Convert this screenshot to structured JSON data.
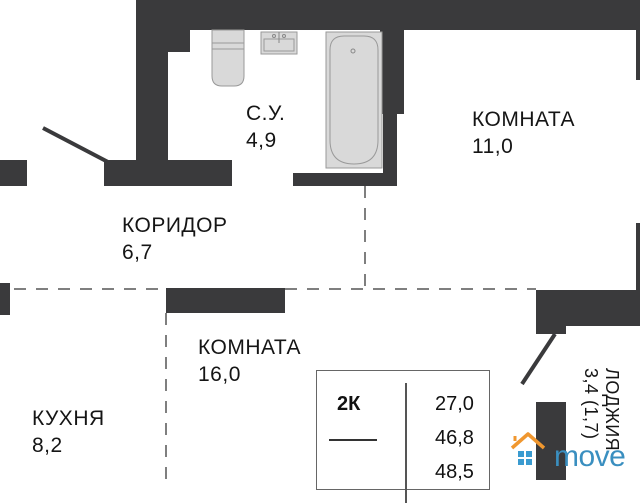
{
  "plan": {
    "type": "apartment-floor-plan",
    "rooms": [
      {
        "name": "С.У.",
        "area": "4,9"
      },
      {
        "name": "КОМНАТА",
        "area": "11,0"
      },
      {
        "name": "КОРИДОР",
        "area": "6,7"
      },
      {
        "name": "КОМНАТА",
        "area": "16,0"
      },
      {
        "name": "КУХНЯ",
        "area": "8,2"
      },
      {
        "name": "ЛОДЖИЯ",
        "area": "3,4 (1,7)"
      }
    ],
    "fixtures": [
      "toilet",
      "sink",
      "bathtub"
    ]
  },
  "summary": {
    "type": "2К",
    "values": [
      "27,0",
      "46,8",
      "48,5"
    ]
  },
  "logo": {
    "text": "move",
    "colors": {
      "roof": "#f0972f",
      "windows": "#3a9bd0",
      "text": "#3a8fc0"
    }
  },
  "colors": {
    "wall": "#3a3a3c",
    "fixture": "#d9d9d9",
    "dash": "#555555"
  }
}
